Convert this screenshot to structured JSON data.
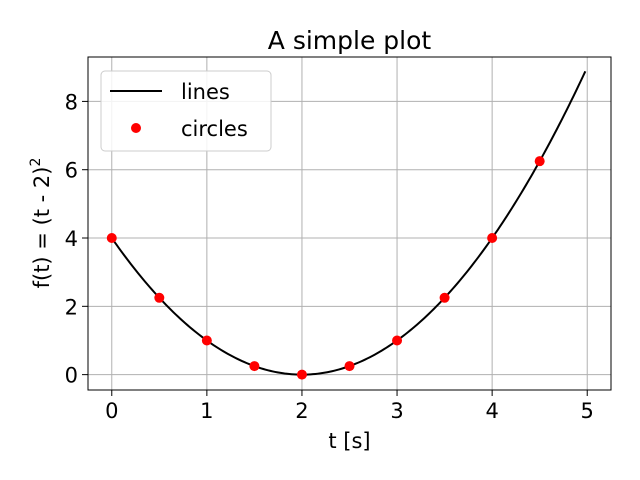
{
  "chart_data": {
    "type": "line",
    "title": "A simple plot",
    "xlabel": "t [s]",
    "ylabel": "f(t) = (t - 2)",
    "ylabel_superscript": "2",
    "xlim": [
      -0.25,
      5.25
    ],
    "ylim": [
      -0.45,
      9.3
    ],
    "xticks": [
      "0",
      "1",
      "2",
      "3",
      "4",
      "5"
    ],
    "yticks": [
      "0",
      "2",
      "4",
      "6",
      "8"
    ],
    "grid": true,
    "legend_position": "top-left",
    "series": [
      {
        "name": "lines",
        "style": "line",
        "color": "#000000",
        "function": "(t - 2)^2",
        "x_range": [
          0,
          4.98
        ]
      },
      {
        "name": "circles",
        "style": "marker",
        "color": "#ff0000",
        "x": [
          0,
          0.5,
          1,
          1.5,
          2,
          2.5,
          3,
          3.5,
          4,
          4.5
        ],
        "y": [
          4,
          2.25,
          1,
          0.25,
          0,
          0.25,
          1,
          2.25,
          4,
          6.25
        ]
      }
    ]
  }
}
